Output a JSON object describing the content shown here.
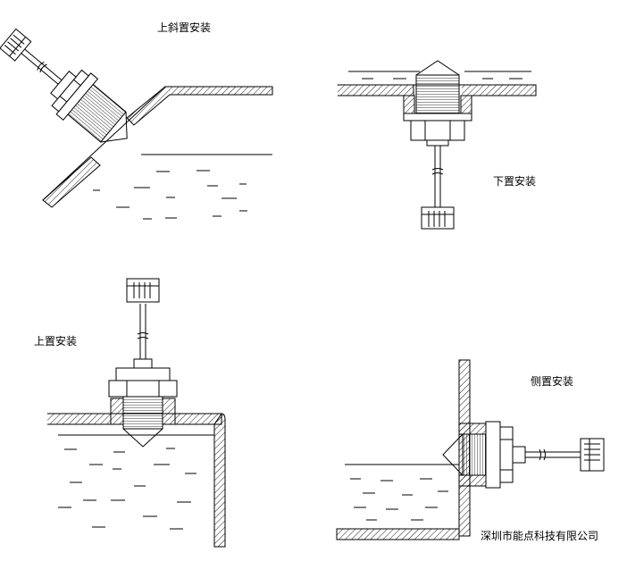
{
  "labels": {
    "tilted_top": "上斜置安装",
    "bottom": "下置安装",
    "top": "上置安装",
    "side": "侧置安装"
  },
  "company": "深圳市能点科技有限公司"
}
